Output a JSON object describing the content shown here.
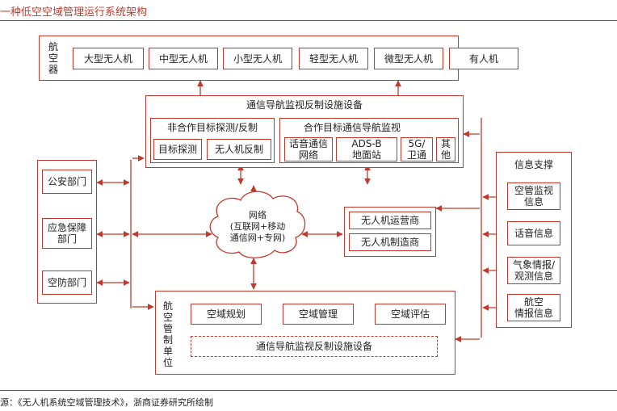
{
  "header": {
    "title": "一种低空空域管理运行系统架构"
  },
  "aircraft": {
    "label": "航\n空\n器",
    "items": [
      "大型无人机",
      "中型无人机",
      "小型无人机",
      "轻型无人机",
      "微型无人机",
      "有人机"
    ]
  },
  "cns": {
    "title": "通信导航监视反制设施设备",
    "noncoop": {
      "title": "非合作目标探测/反制",
      "items": [
        "目标探测",
        "无人机反制"
      ]
    },
    "coop": {
      "title": "合作目标通信导航监视",
      "items": [
        "话音通信\n网络",
        "ADS-B\n地面站",
        "5G/\n卫通",
        "其\n他"
      ]
    }
  },
  "left_units": [
    "公安部门",
    "应急保障\n部门",
    "空防部门"
  ],
  "network": {
    "label": "网络\n(互联网+移动\n通信网+专网)"
  },
  "operators": [
    "无人机运营商",
    "无人机制造商"
  ],
  "management": {
    "label": "航\n空\n管\n制\n单\n位",
    "items": [
      "空域规划",
      "空域管理",
      "空域评估"
    ],
    "dashed": "通信导航监视反制设施设备"
  },
  "info_support": {
    "title": "信息支撑",
    "items": [
      "空管监视\n信息",
      "话音信息",
      "气象情报/\n观测信息",
      "航空\n情报信息"
    ]
  },
  "footer": {
    "source": "源：《无人机系统空域管理技术》，浙商证券研究所绘制"
  }
}
